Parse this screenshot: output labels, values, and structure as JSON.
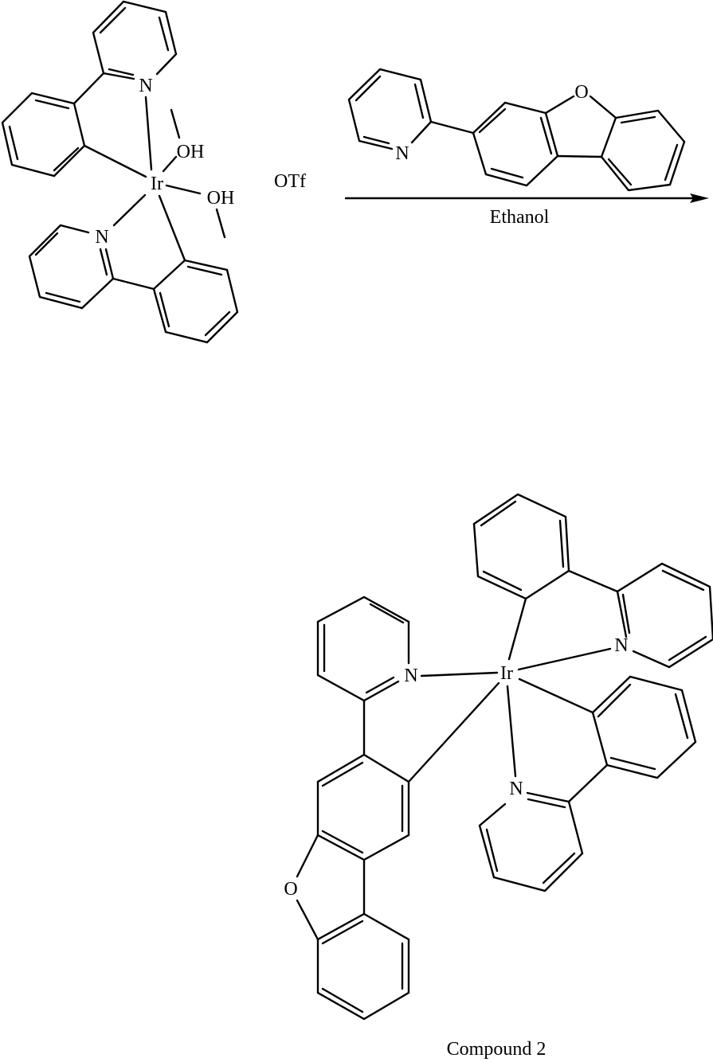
{
  "reactant": {
    "metal": "Ir",
    "ligand_atoms": [
      "N",
      "N"
    ],
    "aqua_ligands": [
      "OH",
      "OH"
    ],
    "counterion": "OTf"
  },
  "reagent": {
    "heteroatoms": [
      "N",
      "O"
    ]
  },
  "arrow": {
    "condition": "Ethanol"
  },
  "product": {
    "metal": "Ir",
    "ligand_atoms": [
      "N",
      "N",
      "N"
    ],
    "ring_oxygen": "O",
    "caption": "Compound 2"
  }
}
